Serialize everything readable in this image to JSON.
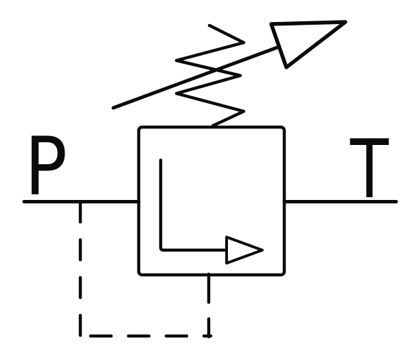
{
  "diagram": {
    "kind": "hydraulic-valve-schematic-symbol",
    "background_color": "#ffffff",
    "line_color": "#0b0b0b",
    "labels": {
      "left_port": "P",
      "right_port": "T"
    },
    "components": {
      "valve_body": "valve-body-square",
      "spring": "adjustable-spring-zigzag",
      "adjustment_arrow": "diagonal-adjustment-arrow",
      "flow_arrow": "internal-flow-path-arrow",
      "left_port_line": "pressure-port-line",
      "right_port_line": "tank-port-line",
      "pilot_line": "dashed-pilot-line"
    }
  }
}
